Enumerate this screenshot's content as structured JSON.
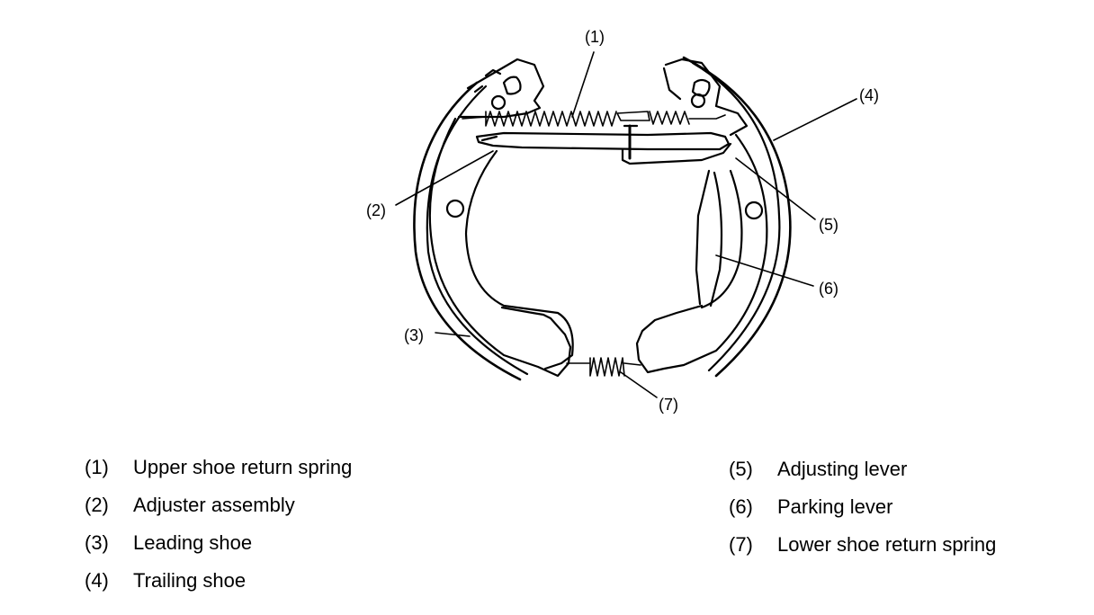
{
  "callouts": [
    "(1)",
    "(2)",
    "(3)",
    "(4)",
    "(5)",
    "(6)",
    "(7)"
  ],
  "legend": [
    {
      "num": "(1)",
      "label": "Upper shoe return spring"
    },
    {
      "num": "(2)",
      "label": "Adjuster assembly"
    },
    {
      "num": "(3)",
      "label": "Leading shoe"
    },
    {
      "num": "(4)",
      "label": "Trailing shoe"
    },
    {
      "num": "(5)",
      "label": "Adjusting lever"
    },
    {
      "num": "(6)",
      "label": "Parking lever"
    },
    {
      "num": "(7)",
      "label": "Lower shoe return spring"
    }
  ]
}
